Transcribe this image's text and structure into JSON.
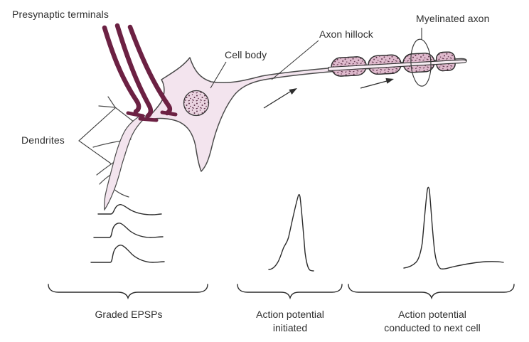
{
  "figure": {
    "labels": {
      "presynaptic_terminals": "Presynaptic terminals",
      "dendrites": "Dendrites",
      "cell_body": "Cell body",
      "axon_hillock": "Axon hillock",
      "myelinated_axon": "Myelinated axon"
    },
    "captions": {
      "graded_epsps": "Graded EPSPs",
      "action_potential_initiated": {
        "line1": "Action potential",
        "line2": "initiated"
      },
      "action_potential_conducted": {
        "line1": "Action potential",
        "line2": "conducted to next cell"
      }
    },
    "content": {
      "epsp_trace_count": 3,
      "action_potential_trace_count": 2,
      "myelin_segment_count": 4
    },
    "colors": {
      "background": "#ffffff",
      "soma_fill": "#f3e4ee",
      "nucleus_fill": "#ead3e0",
      "myelin_fill": "#dfbacd",
      "speckle": "#5c3048",
      "terminal_maroon": "#6c2143",
      "line_dark": "#2d2d2d",
      "text": "#2f2f2f"
    }
  }
}
